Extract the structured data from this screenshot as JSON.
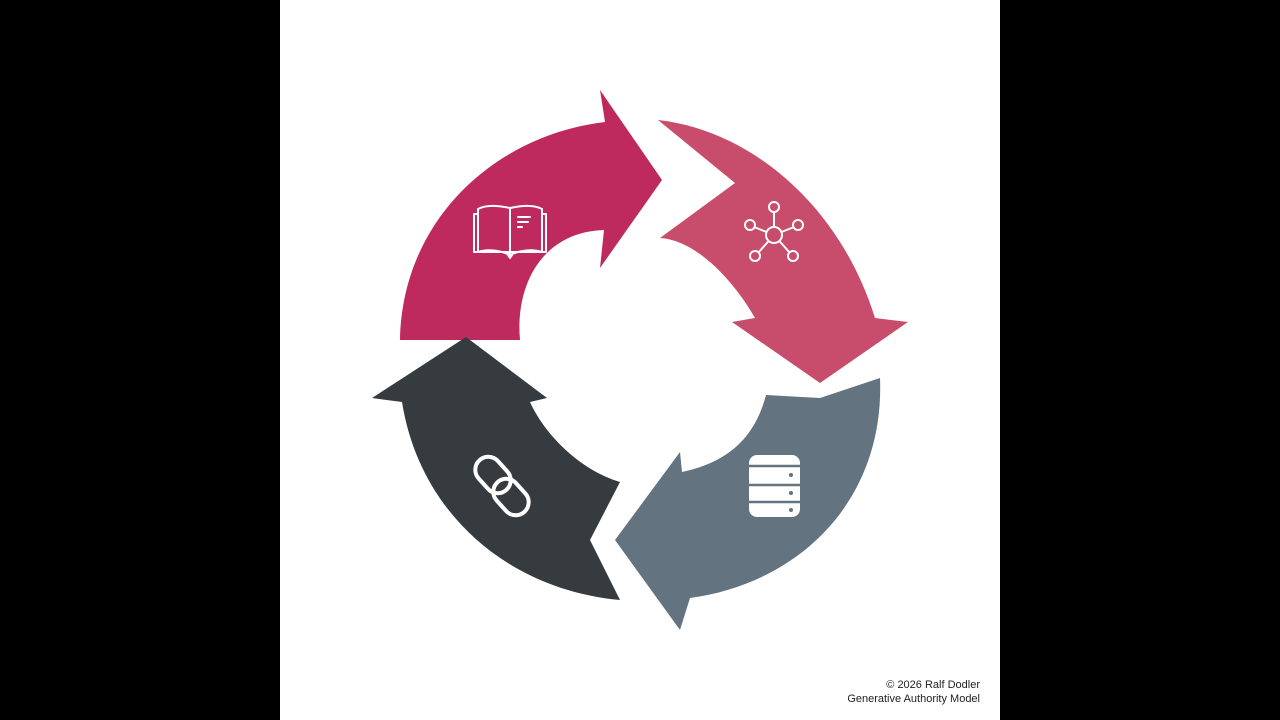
{
  "diagram": {
    "type": "cycle",
    "segments": [
      {
        "id": "knowledge",
        "icon": "open-book-icon",
        "color": "#be2a5d"
      },
      {
        "id": "network",
        "icon": "network-hub-icon",
        "color": "#c84d6d"
      },
      {
        "id": "data",
        "icon": "database-icon",
        "color": "#63737f"
      },
      {
        "id": "links",
        "icon": "chain-link-icon",
        "color": "#363b40"
      }
    ]
  },
  "footer": {
    "copyright": "© 2026 Ralf Dodler",
    "subtitle": "Generative Authority Model"
  }
}
